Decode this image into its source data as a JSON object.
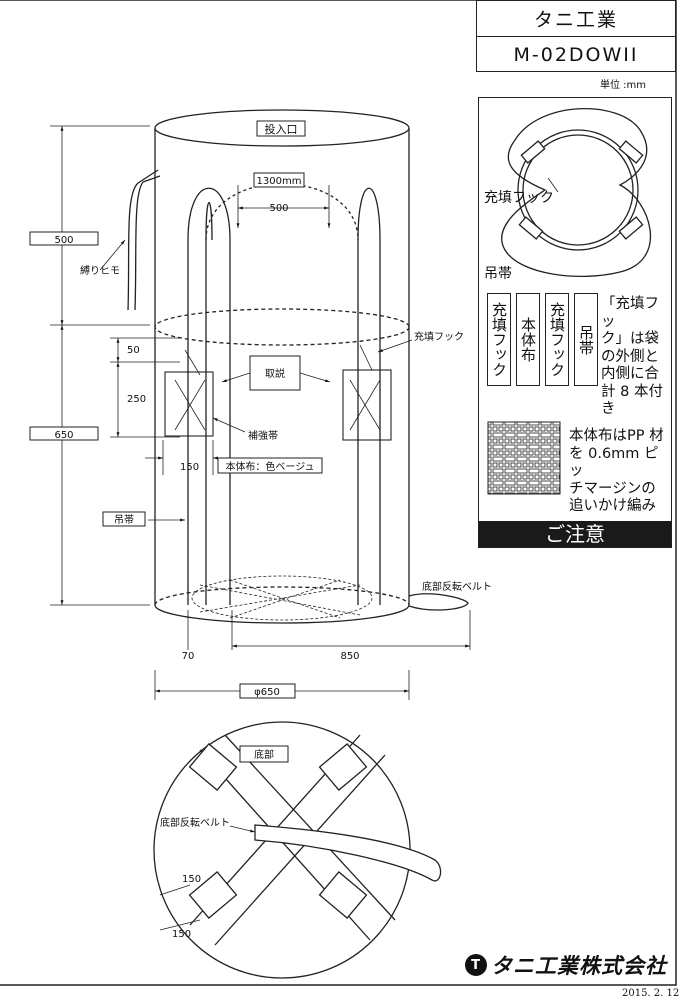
{
  "title_block": {
    "company": "タニ工業",
    "model": "M-02DOWII"
  },
  "unit": "単位 :mm",
  "notes": {
    "hook_label": "充填フック",
    "sling_label": "吊帯",
    "layer_labels": [
      "充填フック",
      "本体布",
      "充填フック",
      "吊帯"
    ],
    "hook_note": [
      "「充填フッ",
      "ク」は袋",
      "の外側と",
      "内側に合",
      "計 8 本付き"
    ],
    "fabric_note": [
      "本体布はPP 材",
      "を 0.6mm ピッ",
      "チマージンの",
      "追いかけ編み"
    ],
    "caution": "ご注意"
  },
  "drawing": {
    "inlet": "投入口",
    "dim_1300": "1300mm",
    "dim_500_inner": "500",
    "dim_500_side": "500",
    "tie_string": "縛りヒモ",
    "fill_hook": "充填フック",
    "dim_50": "50",
    "dim_250": "250",
    "manual": "取説",
    "dim_650_side": "650",
    "reinforce": "補強帯",
    "dim_150": "150",
    "fabric_color": "本体布：色ベージュ",
    "sling": "吊帯",
    "bottom_belt": "底部反転ベルト",
    "dim_70": "70",
    "dim_850": "850",
    "diameter": "φ650",
    "bottom": "底部",
    "bottom_belt_2": "底部反転ベルト",
    "dim_150_a": "150",
    "dim_150_b": "150"
  },
  "footer": {
    "logo": "タニ工業株式会社",
    "logo_mark": "T",
    "date": "2015.  2. 12"
  }
}
